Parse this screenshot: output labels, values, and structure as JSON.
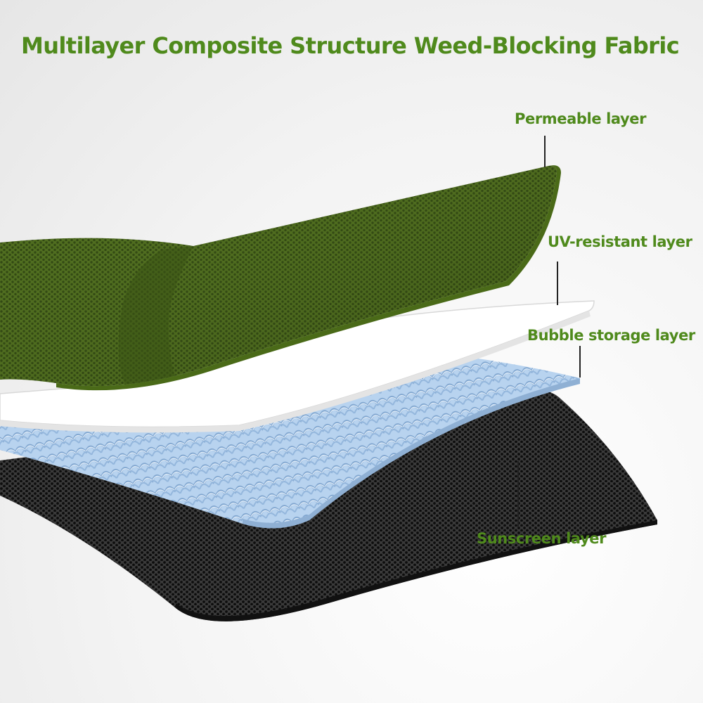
{
  "title": "Multilayer Composite Structure Weed-Blocking Fabric",
  "labels": {
    "permeable": "Permeable layer",
    "uv_resistant": "UV-resistant layer",
    "bubble_storage": "Bubble storage layer",
    "sunscreen": "Sunscreen layer"
  },
  "colors": {
    "title": "#4f8a1c",
    "label": "#4f8a1c",
    "green_layer": "#5b7a26",
    "white_layer": "#ffffff",
    "blue_layer": "#a9c7e6",
    "black_layer": "#1a1a1a"
  }
}
